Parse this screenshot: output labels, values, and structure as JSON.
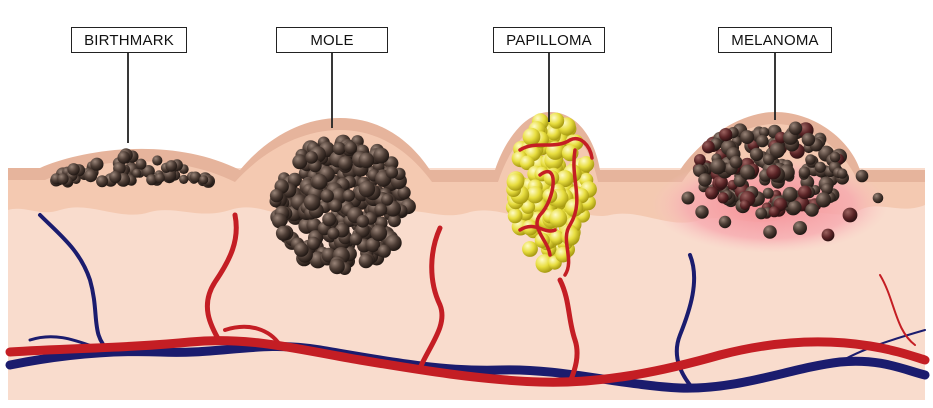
{
  "labels": {
    "birthmark": "BIRTHMARK",
    "mole": "MOLE",
    "papilloma": "PAPILLOMA",
    "melanoma": "MELANOMA"
  },
  "colors": {
    "background": "#ffffff",
    "dermis": "#f9dccd",
    "epidermis_outer": "#e6b49c",
    "epidermis_inner": "#f4c9b1",
    "vein": "#1b1c6e",
    "artery": "#c41e24",
    "mole_cell": "#4a3b34",
    "papilloma_cell": "#e6dc3a",
    "melanoma_inflammation": "#f4a3a8"
  }
}
